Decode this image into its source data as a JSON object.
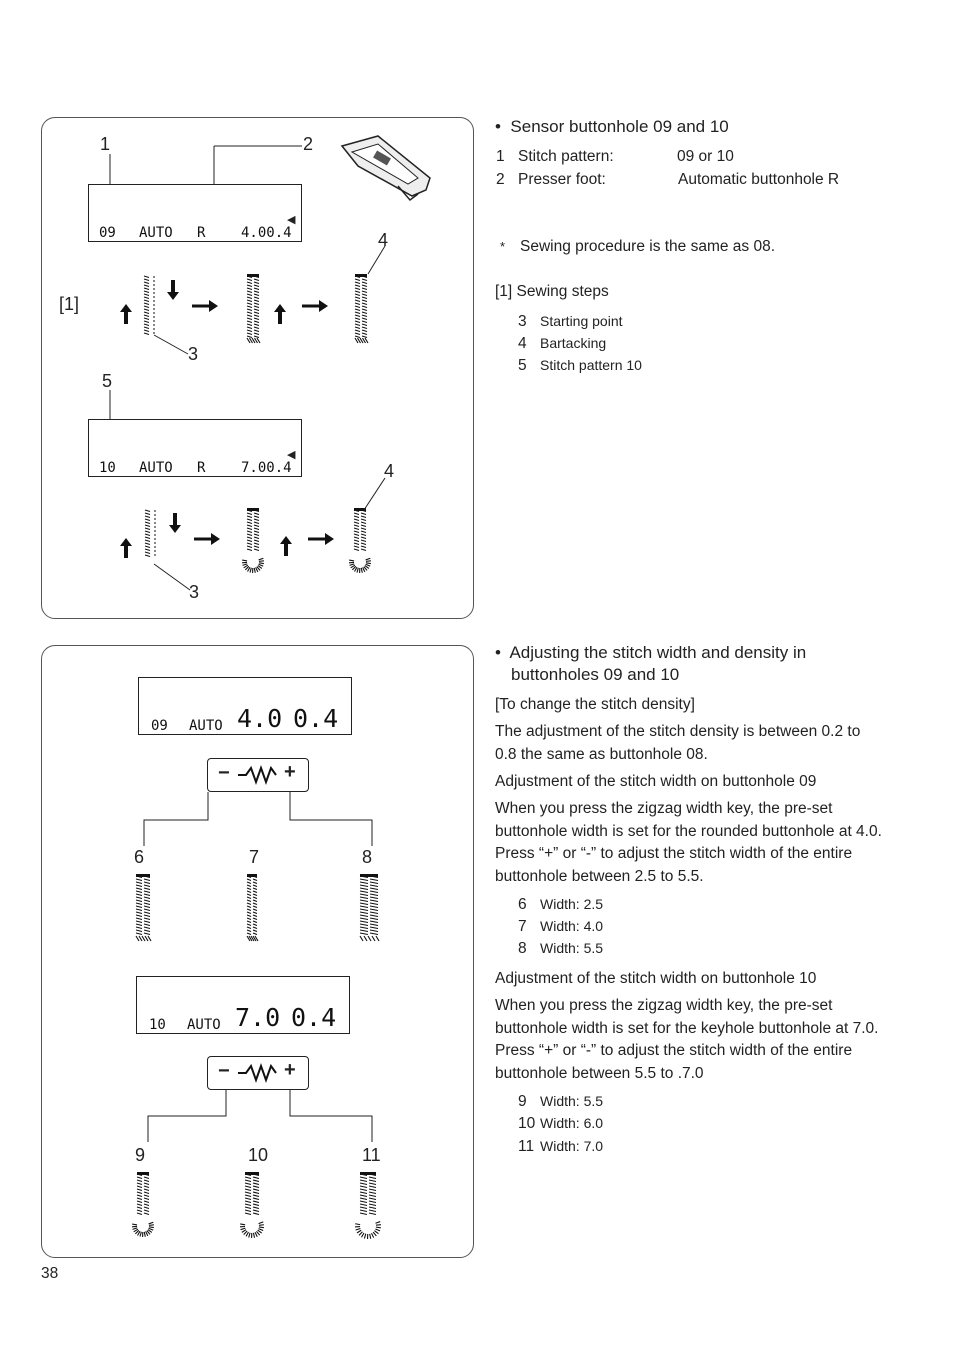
{
  "top": {
    "heading": "Sensor buttonhole 09 and 10",
    "specs": [
      {
        "num": "1",
        "label": "Stitch pattern:",
        "value": "09 or 10"
      },
      {
        "num": "2",
        "label": "Presser foot:",
        "value": "Automatic buttonhole R"
      }
    ],
    "note_mark": "*",
    "note": "Sewing procedure is the same as 08.",
    "steps_ref": "[1]",
    "steps_title": "Sewing steps",
    "steps": [
      {
        "num": "3",
        "text": "Starting point"
      },
      {
        "num": "4",
        "text": "Bartacking"
      },
      {
        "num": "5",
        "text": "Stitch pattern 10"
      }
    ]
  },
  "fig1": {
    "callouts": [
      "1",
      "2",
      "[1]",
      "3",
      "4",
      "5",
      "3",
      "4"
    ],
    "lcd_a": {
      "pattern": "09",
      "mode": "AUTO",
      "foot": "R",
      "values": "4.00.4"
    },
    "lcd_b": {
      "pattern": "10",
      "mode": "AUTO",
      "foot": "R",
      "values": "7.00.4"
    }
  },
  "bottom": {
    "heading_line1": "Adjusting the stitch width and density in",
    "heading_line2": "buttonholes 09 and 10",
    "density_title": "[To change the stitch density]",
    "density_l1": "The adjustment of the stitch density is between 0.2 to",
    "density_l2": "0.8 the same as buttonhole 08.",
    "w09_title": "Adjustment of the stitch width on buttonhole 09",
    "w09_l1": "When you press the zigzag width key, the pre-set",
    "w09_l2": "buttonhole width is set for the rounded buttonhole at 4.0.",
    "w09_l3": "Press “+” or “-” to adjust the stitch width of the entire",
    "w09_l4": "buttonhole between 2.5 to 5.5.",
    "w09_items": [
      {
        "num": "6",
        "text": "Width: 2.5"
      },
      {
        "num": "7",
        "text": "Width: 4.0"
      },
      {
        "num": "8",
        "text": "Width: 5.5"
      }
    ],
    "w10_title": "Adjustment of the stitch width on buttonhole 10",
    "w10_l1": "When you press the zigzag width key, the pre-set",
    "w10_l2": "buttonhole width is set for the keyhole buttonhole at 7.0.",
    "w10_l3": "Press “+” or “-” to adjust the stitch width of the entire",
    "w10_l4": "buttonhole between 5.5 to .7.0",
    "w10_items": [
      {
        "num": "9",
        "text": "Width: 5.5"
      },
      {
        "num": "10",
        "text": "Width: 6.0"
      },
      {
        "num": "11",
        "text": "Width: 7.0"
      }
    ]
  },
  "fig2": {
    "lcd_a": {
      "pattern": "09",
      "mode": "AUTO",
      "width": "4.0",
      "density": "0.4"
    },
    "lcd_b": {
      "pattern": "10",
      "mode": "AUTO",
      "width": "7.0",
      "density": "0.4"
    },
    "key_minus": "−",
    "key_plus": "+",
    "callouts_a": [
      "6",
      "7",
      "8"
    ],
    "callouts_b": [
      "9",
      "10",
      "11"
    ]
  },
  "page_number": "38"
}
